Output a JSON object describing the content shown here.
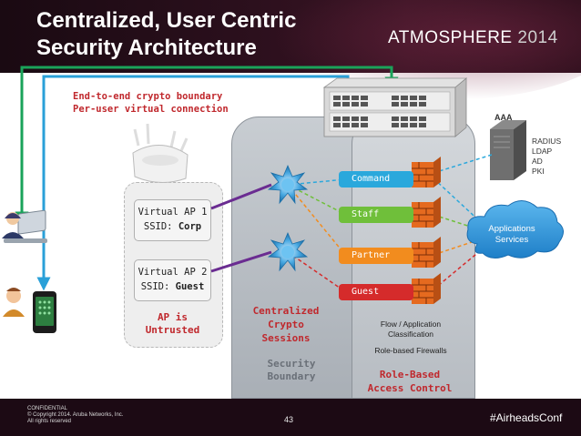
{
  "header": {
    "title_line1": "Centralized, User Centric",
    "title_line2": "Security Architecture",
    "brand_name": "ATMOSPHERE",
    "brand_year": "2014"
  },
  "boundary": {
    "line1": "End-to-end crypto boundary",
    "line2": "Per-user virtual connection"
  },
  "aps": [
    {
      "line1": "Virtual AP 1",
      "ssid_label": "SSID:",
      "ssid": "Corp"
    },
    {
      "line1": "Virtual AP 2",
      "ssid_label": "SSID:",
      "ssid": "Guest"
    }
  ],
  "ap_untrusted": {
    "line1": "AP is",
    "line2": "Untrusted"
  },
  "crypto": {
    "line1": "Centralized",
    "line2": "Crypto",
    "line3": "Sessions"
  },
  "security_boundary": {
    "line1": "Security",
    "line2": "Boundary"
  },
  "roles": [
    "Command",
    "Staff",
    "Partner",
    "Guest"
  ],
  "role_colors": {
    "Command": "#2aa8dc",
    "Staff": "#6fbf3a",
    "Partner": "#f28c1e",
    "Guest": "#d52b2b"
  },
  "flow": {
    "line1": "Flow / Application",
    "line2": "Classification"
  },
  "role_firewalls": "Role-based Firewalls",
  "rbac": {
    "line1": "Role-Based",
    "line2": "Access Control"
  },
  "aaa": {
    "title": "AAA",
    "items": [
      "RADIUS",
      "LDAP",
      "AD",
      "PKI"
    ]
  },
  "cloud": {
    "line1": "Applications",
    "line2": "Services"
  },
  "footer": {
    "confidential": "CONFIDENTIAL",
    "copyright": "© Copyright 2014. Aruba Networks, Inc.",
    "rights": "All rights reserved",
    "page": "43",
    "hashtag": "#AirheadsConf"
  },
  "icons": [
    "user-laptop-icon",
    "user-phone-icon",
    "access-point-icon",
    "controller-icon",
    "server-icon",
    "firewall-icon",
    "crypto-star-icon",
    "cloud-icon"
  ],
  "colors": {
    "accent_red": "#c0282d",
    "arrow_green": "#1aa35a",
    "arrow_blue": "#2aa0d8",
    "line_purple": "#6a2c91"
  }
}
